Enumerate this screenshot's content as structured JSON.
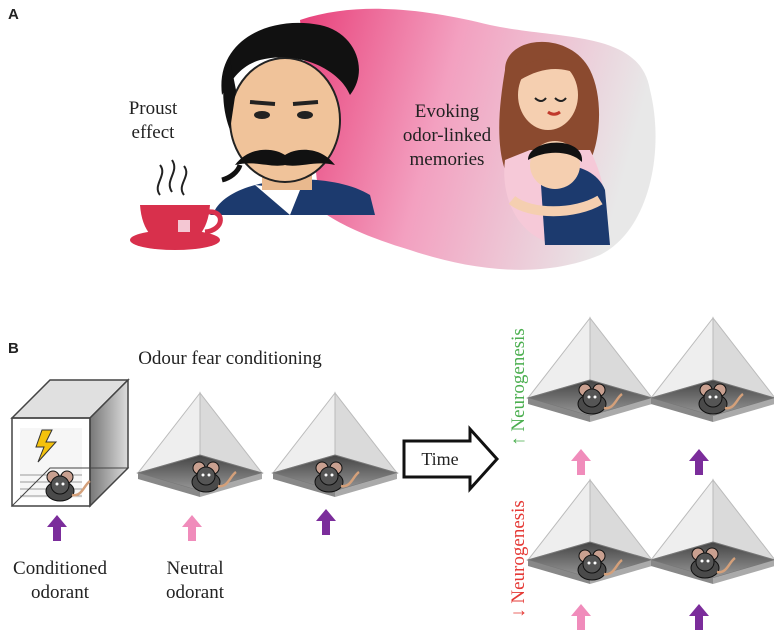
{
  "panel_a": {
    "letter": "A",
    "left_label_line1": "Proust",
    "left_label_line2": "effect",
    "right_label_line1": "Evoking",
    "right_label_line2": "odor-linked",
    "right_label_line3": "memories"
  },
  "panel_b": {
    "letter": "B",
    "title": "Odour fear conditioning",
    "conditioned_line1": "Conditioned",
    "conditioned_line2": "odorant",
    "neutral_line1": "Neutral",
    "neutral_line2": "odorant",
    "time_label": "Time",
    "up_neurogenesis": "↑ Neurogenesis",
    "down_neurogenesis": "↓ Neurogenesis"
  },
  "colors": {
    "pink_arrow": "#f08cbb",
    "purple_arrow": "#7b2d9b",
    "green_text": "#4caf50",
    "red_text": "#e53935",
    "gradient_pink": "#e8407a",
    "cup_red": "#d8304c",
    "lightning": "#f4c20d"
  }
}
